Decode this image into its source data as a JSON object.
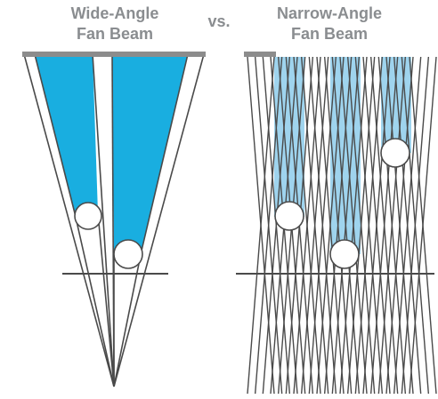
{
  "left_title": {
    "line1": "Wide-Angle",
    "line2": "Fan Beam"
  },
  "vs": "vs.",
  "right_title": {
    "line1": "Narrow-Angle",
    "line2": "Fan Beam"
  },
  "colors": {
    "title_text": "#8a8d90",
    "beam_line": "#4a4a4a",
    "emitter_bar": "#8c8c8c",
    "wide_blocked_fill": "#19aee0",
    "narrow_blocked_fill": "#9fd4ee",
    "object_fill": "#ffffff",
    "object_stroke": "#4a4a4a"
  },
  "wide_panel": {
    "beam_count": 5,
    "blocked_beams": 2,
    "objects": 2
  },
  "narrow_panel": {
    "beam_count": 22,
    "blocked_beams": 3,
    "objects": 3
  }
}
